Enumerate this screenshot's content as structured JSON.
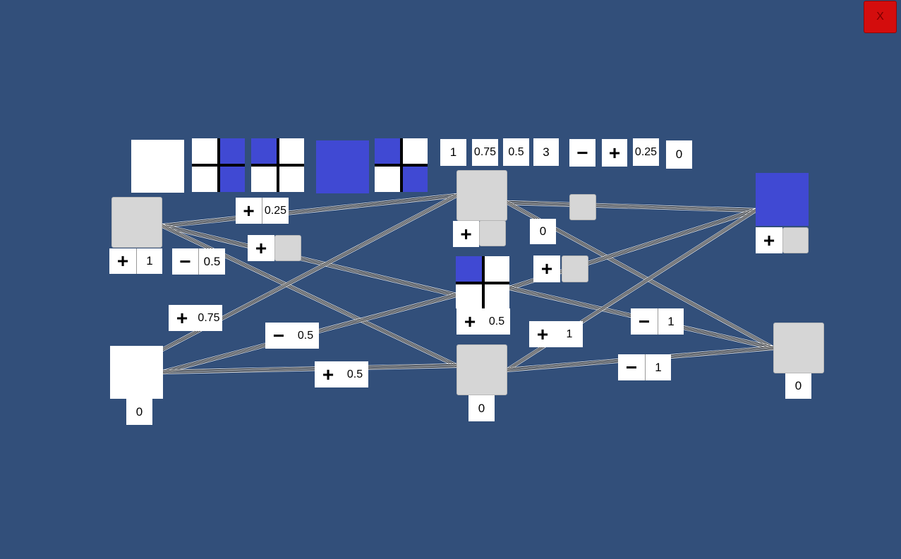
{
  "close_button": {
    "label": "X",
    "color": "#d40d0d"
  },
  "colors": {
    "background": "#324f7a",
    "blue": "#4049d3",
    "node_gray": "#d6d6d6",
    "white": "#ffffff"
  },
  "toolbar": {
    "value_tiles": [
      "1",
      "0.75",
      "0.5",
      "3"
    ],
    "minus_label": "−",
    "plus_label": "+",
    "value_025": "0.25",
    "value_0": "0"
  },
  "signs": {
    "plus": "+",
    "minus": "−"
  },
  "input_nodes": [
    {
      "id": "top",
      "weight_sign": "+",
      "weight_value": "1",
      "bias_sign": "−",
      "bias_value": "0.5"
    },
    {
      "id": "bottom",
      "value": "0"
    }
  ],
  "connection_labels": {
    "c1": {
      "sign": "+",
      "value": "0.25"
    },
    "c2": {
      "sign": "+"
    },
    "c3": {
      "sign": "+",
      "value": "0.75"
    },
    "c4": {
      "sign": "−",
      "value": "0.5"
    },
    "c5": {
      "sign": "+",
      "value": "0.5"
    }
  },
  "hidden_nodes": [
    {
      "id": "h1",
      "sign": "+",
      "value": "0"
    },
    {
      "id": "h2",
      "sign": "+",
      "value": "0.5",
      "side_sign": "+"
    },
    {
      "id": "h3",
      "value": "0",
      "side_sign": "+",
      "side_value": "1"
    }
  ],
  "output_labels": {
    "o_top": {
      "sign": "+"
    },
    "o_mid": {
      "sign": "−",
      "value": "1"
    },
    "o_low": {
      "sign": "−",
      "value": "1"
    },
    "o_bottom_value": "0"
  }
}
